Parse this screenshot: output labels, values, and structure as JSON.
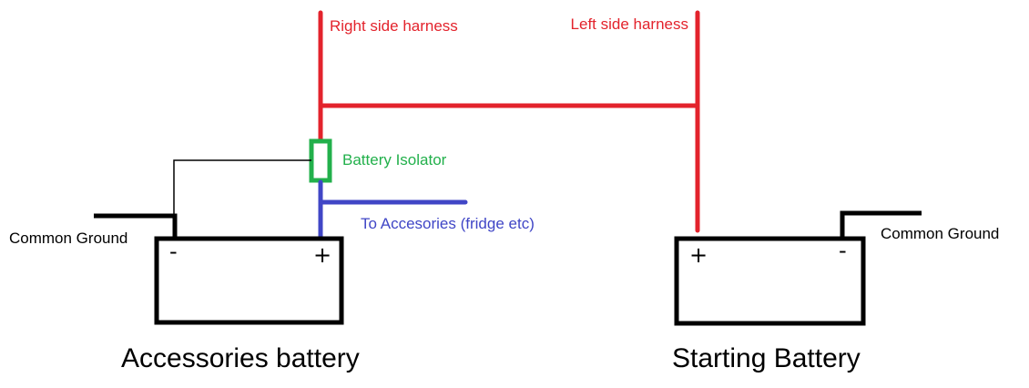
{
  "colors": {
    "harness": "#e3232c",
    "isolator": "#22b04b",
    "accessories": "#4046c6",
    "ground": "#000000",
    "battery": "#000000",
    "background": "#ffffff"
  },
  "labels": {
    "right_harness": "Right side harness",
    "left_harness": "Left side harness",
    "isolator": "Battery Isolator",
    "accessories_feed": "To Accesories (fridge etc)",
    "common_ground_left": "Common Ground",
    "common_ground_right": "Common Ground",
    "accessories_battery": "Accessories battery",
    "starting_battery": "Starting Battery"
  },
  "terminals": {
    "accessories_negative": "-",
    "accessories_positive": "+",
    "starting_positive": "+",
    "starting_negative": "-"
  }
}
